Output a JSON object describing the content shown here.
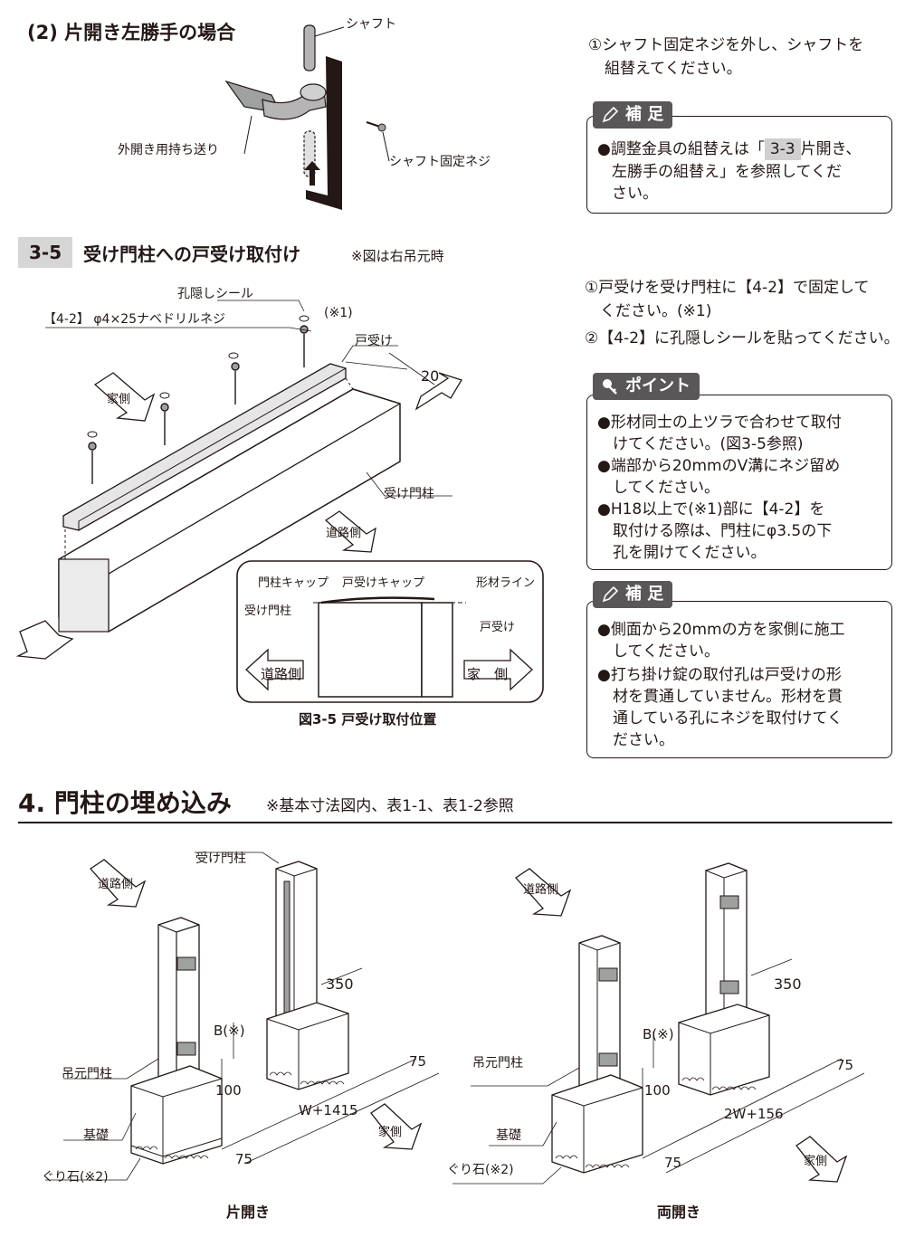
{
  "section_2": {
    "title": "(2) 片開き左勝手の場合",
    "labels": {
      "shaft": "シャフト",
      "outward_carrier": "外開き用持ち送り",
      "shaft_screw": "シャフト固定ネジ"
    },
    "instruction_1": "①シャフト固定ネジを外し、シャフトを",
    "instruction_2": "組替えてください。",
    "note_tag": "補 足",
    "note_line1_pre": "●調整金具の組替えは「",
    "note_line1_ref": "3-3",
    "note_line1_post": "片開き、",
    "note_line2": "左勝手の組替え」を参照してくだ",
    "note_line3": "さい。"
  },
  "section_3_5": {
    "number": "3-5",
    "title": "受け門柱への戸受け取付け",
    "subtitle": "※図は右吊元時",
    "labels": {
      "hole_seal": "孔隠しシール",
      "screw_spec": "【4-2】 φ4×25ナベドリルネジ",
      "ref1": "(※1)",
      "door_stop": "戸受け",
      "dim_20": "20",
      "receiving_post": "受け門柱",
      "house_side": "家側",
      "road_side": "道路側"
    },
    "detail": {
      "post_cap": "門柱キャップ",
      "door_stop_cap": "戸受けキャップ",
      "profile_line": "形材ライン",
      "receiving_post": "受け門柱",
      "door_stop": "戸受け",
      "road_side": "道路側",
      "house_side": "家　側",
      "caption": "図3-5 戸受け取付位置"
    },
    "instructions": [
      "①戸受けを受け門柱に【4-2】で固定して",
      "　ください。(※1)",
      "②【4-2】に孔隠しシールを貼ってください。"
    ],
    "point_tag": "ポイント",
    "point_lines": [
      "●形材同士の上ツラで合わせて取付",
      "　けてください。(図3-5参照)",
      "●端部から20mmのV溝にネジ留め",
      "　してください。",
      "●H18以上で(※1)部に【4-2】を",
      "　取付ける際は、門柱にφ3.5の下",
      "　孔を開けてください。"
    ],
    "note_tag": "補 足",
    "note_lines": [
      "●側面から20mmの方を家側に施工",
      "　してください。",
      "●打ち掛け錠の取付孔は戸受けの形",
      "　材を貫通していません。形材を貫",
      "　通している孔にネジを取付けてく",
      "　ださい。"
    ]
  },
  "section_4": {
    "title": "4. 門柱の埋め込み",
    "subtitle": "※基本寸法図内、表1-1、表1-2参照",
    "left": {
      "road_side": "道路側",
      "receiving_post": "受け門柱",
      "hinge_post": "吊元門柱",
      "foundation": "基礎",
      "gravel": "ぐり石(※2)",
      "dim_350": "350",
      "dim_b": "B(※)",
      "dim_100": "100",
      "dim_75a": "75",
      "dim_w": "W+1415",
      "dim_75b": "75",
      "house_side": "家側",
      "caption": "片開き"
    },
    "right": {
      "road_side": "道路側",
      "hinge_post": "吊元門柱",
      "foundation": "基礎",
      "gravel": "ぐり石(※2)",
      "dim_350": "350",
      "dim_b": "B(※)",
      "dim_100": "100",
      "dim_75a": "75",
      "dim_w": "2W+156",
      "dim_75b": "75",
      "house_side": "家側",
      "caption": "両開き"
    }
  },
  "colors": {
    "ink": "#231815",
    "tag_grey": "#595757",
    "badge_grey": "#d6d6d6",
    "part_grey": "#9fa0a0"
  }
}
